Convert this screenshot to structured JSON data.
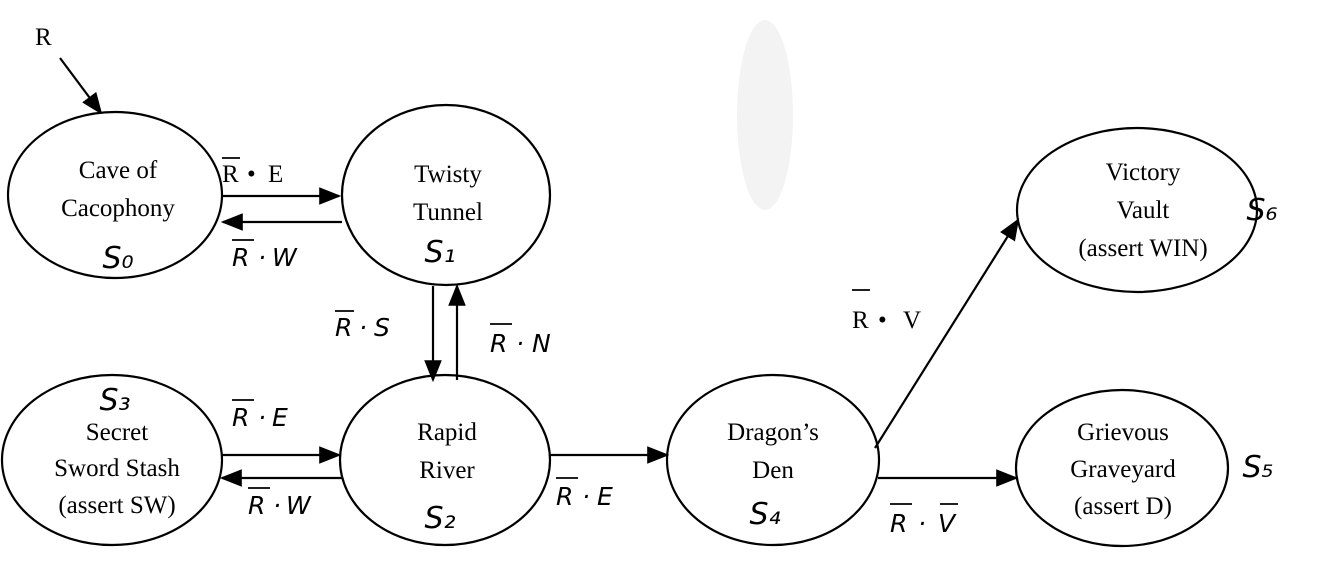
{
  "diagram": {
    "reset_label": "R",
    "states": {
      "s0": {
        "line1": "Cave of",
        "line2": "Cacophony",
        "line3": "",
        "state_id": "S₀"
      },
      "s1": {
        "line1": "Twisty",
        "line2": "Tunnel",
        "line3": "",
        "state_id": "S₁"
      },
      "s2": {
        "line1": "Rapid",
        "line2": "River",
        "line3": "",
        "state_id": "S₂"
      },
      "s3": {
        "line1": "Secret",
        "line2": "Sword Stash",
        "line3": "(assert SW)",
        "state_id": "S₃"
      },
      "s4": {
        "line1": "Dragon’s",
        "line2": "Den",
        "line3": "",
        "state_id": "S₄"
      },
      "s5": {
        "line1": "Grievous",
        "line2": "Graveyard",
        "line3": "(assert D)",
        "state_id": "S₅"
      },
      "s6": {
        "line1": "Victory",
        "line2": "Vault",
        "line3": "(assert WIN)",
        "state_id": "S₆"
      }
    },
    "transitions": {
      "s0_to_s1": {
        "a": "R",
        "op": "•",
        "b": "E"
      },
      "s1_to_s0": {
        "a": "R",
        "op": "·",
        "b": "W"
      },
      "s1_to_s2": {
        "a": "R",
        "op": "·",
        "b": "S"
      },
      "s2_to_s1": {
        "a": "R",
        "op": "·",
        "b": "N"
      },
      "s3_to_s2": {
        "a": "R",
        "op": "·",
        "b": "E"
      },
      "s2_to_s3": {
        "a": "R",
        "op": "·",
        "b": "W"
      },
      "s2_to_s4": {
        "a": "R",
        "op": "·",
        "b": "E"
      },
      "s4_to_s6": {
        "a": "R",
        "op": "•",
        "b": "V"
      },
      "s4_to_s5": {
        "a": "R",
        "op": "·",
        "b": "V"
      }
    }
  }
}
